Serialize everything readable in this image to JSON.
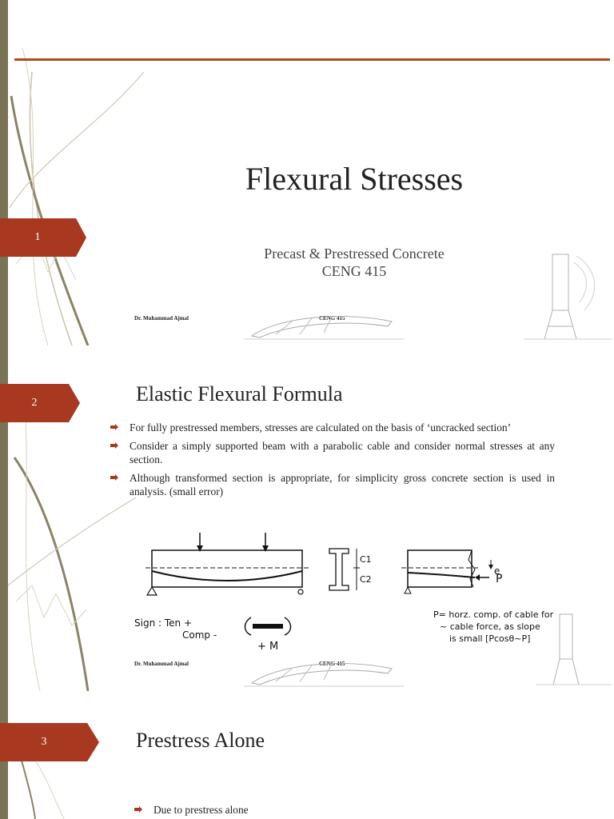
{
  "slide1": {
    "number": "1",
    "title": "Flexural Stresses",
    "subtitle_line1": "Precast & Prestressed Concrete",
    "subtitle_line2": "CENG 415",
    "footer_author": "Dr. Muhammad Ajmal",
    "footer_course": "CENG 415"
  },
  "slide2": {
    "number": "2",
    "title": "Elastic Flexural Formula",
    "bullets": [
      "For fully prestressed members, stresses are calculated on the basis of ‘uncracked section’",
      "Consider a simply supported beam with a parabolic cable and consider normal stresses at any section.",
      "Although transformed section is appropriate, for simplicity gross concrete section is used in analysis. (small error)"
    ],
    "figure": {
      "c1": "C1",
      "c2": "C2",
      "e": "e",
      "p": "P",
      "sign_line1": "Sign :  Ten +",
      "sign_line2": "Comp -",
      "moment": "+ M",
      "note_line1": "P= horz. comp. of cable for",
      "note_line2": "~ cable force, as slope",
      "note_line3": "is small [Pcosθ~P]"
    },
    "footer_author": "Dr. Muhammad Ajmal",
    "footer_course": "CENG 415"
  },
  "slide3": {
    "number": "3",
    "title": "Prestress Alone",
    "bullets": [
      "Due to prestress alone"
    ]
  },
  "colors": {
    "accent": "#a8381f",
    "rule": "#b5471f",
    "leftbar": "#7a7356"
  }
}
